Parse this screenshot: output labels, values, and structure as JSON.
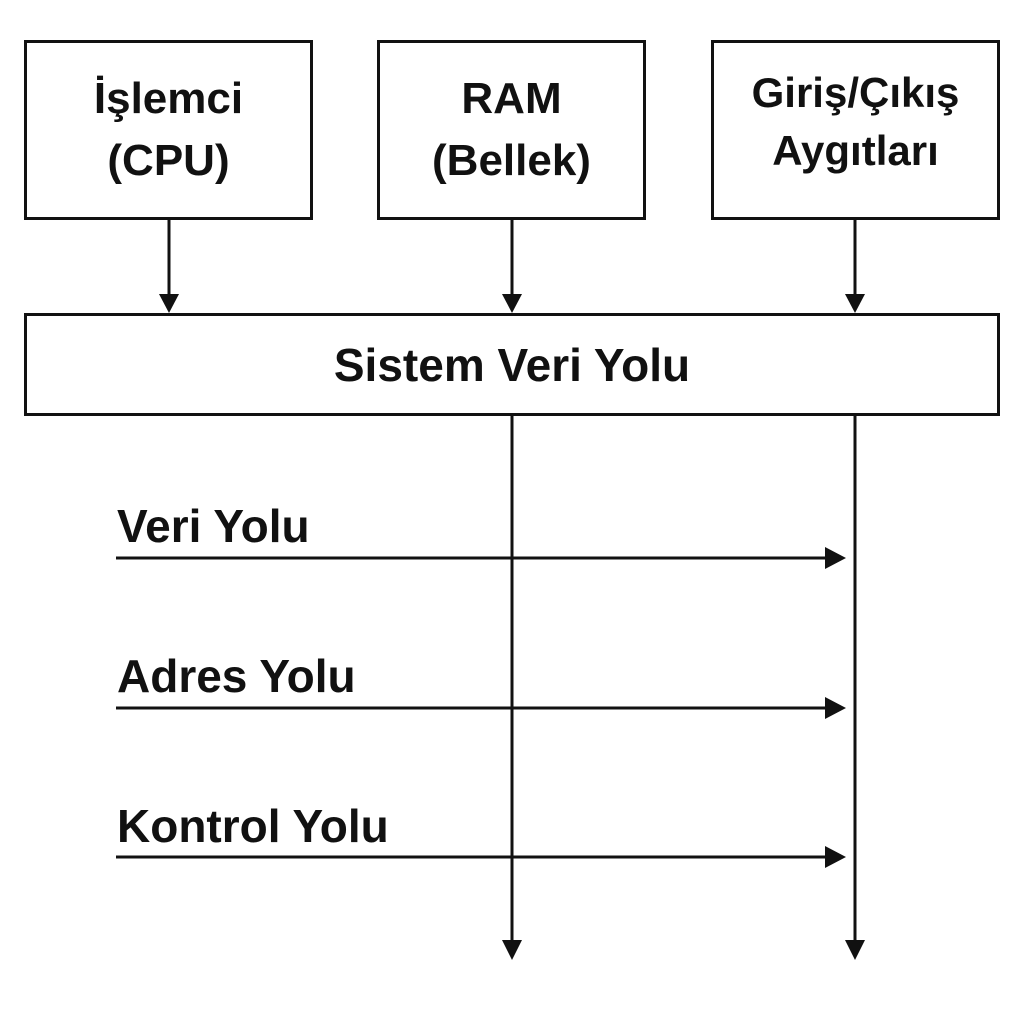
{
  "components": {
    "cpu": {
      "line1": "İşlemci",
      "line2": "(CPU)"
    },
    "ram": {
      "line1": "RAM",
      "line2": "(Bellek)"
    },
    "io": {
      "line1": "Giriş/Çıkış",
      "line2": "Aygıtları"
    }
  },
  "bus": {
    "label": "Sistem Veri Yolu"
  },
  "lines": {
    "data": "Veri Yolu",
    "address": "Adres Yolu",
    "control": "Kontrol Yolu"
  }
}
